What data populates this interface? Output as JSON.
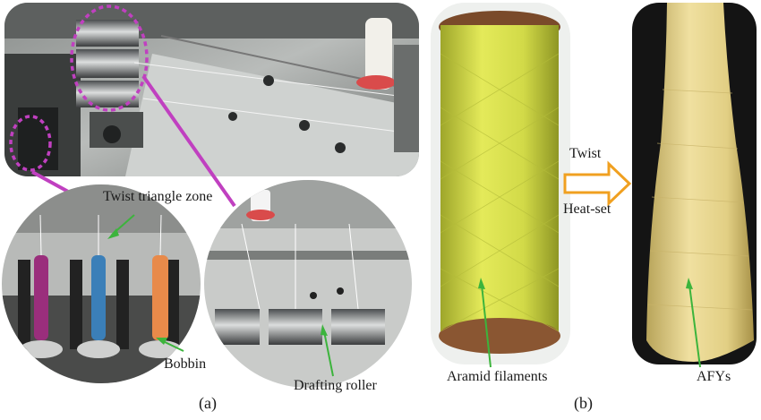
{
  "labels": {
    "twist_zone": "Twist triangle zone",
    "bobbin": "Bobbin",
    "drafting_roller": "Drafting roller",
    "aramid": "Aramid filaments",
    "twist": "Twist",
    "heat_set": "Heat-set",
    "afys": "AFYs"
  },
  "captions": {
    "a": "(a)",
    "b": "(b)"
  },
  "colors": {
    "magenta": "#c040c0",
    "green_arrow": "#3cb43c",
    "orange_arrow": "#f0a020",
    "yellow_spool": "#d8e04a",
    "pale_yarn": "#e8d690"
  }
}
